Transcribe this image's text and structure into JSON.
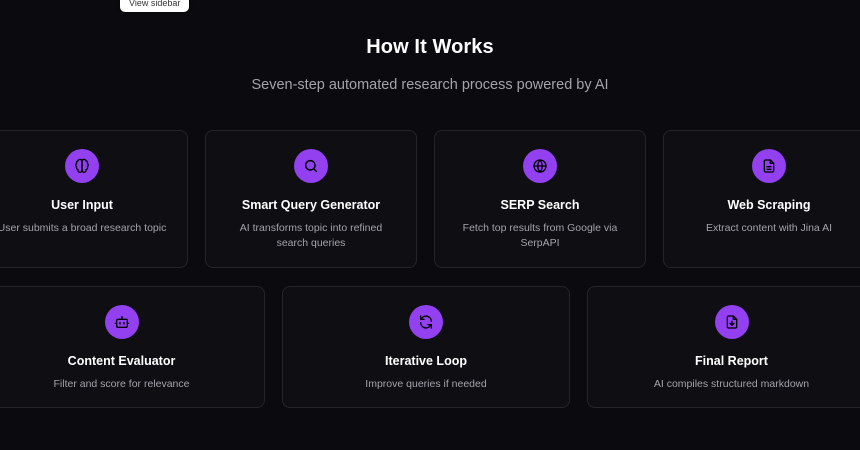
{
  "tooltip": {
    "label": "View sidebar"
  },
  "header": {
    "title": "How It Works",
    "subtitle": "Seven-step automated research process powered by AI"
  },
  "colors": {
    "background": "#0b0a0f",
    "card_border": "#25242b",
    "accent": "#9240f0",
    "muted_text": "#a3a3aa"
  },
  "steps": [
    {
      "title": "User Input",
      "description": "User submits a broad research topic",
      "icon": "brain-icon"
    },
    {
      "title": "Smart Query Generator",
      "description": "AI transforms topic into refined search queries",
      "icon": "search-icon"
    },
    {
      "title": "SERP Search",
      "description": "Fetch top results from Google via SerpAPI",
      "icon": "globe-icon"
    },
    {
      "title": "Web Scraping",
      "description": "Extract content with Jina AI",
      "icon": "file-text-icon"
    },
    {
      "title": "Content Evaluator",
      "description": "Filter and score for relevance",
      "icon": "bot-icon"
    },
    {
      "title": "Iterative Loop",
      "description": "Improve queries if needed",
      "icon": "refresh-icon"
    },
    {
      "title": "Final Report",
      "description": "AI compiles structured markdown",
      "icon": "file-download-icon"
    }
  ]
}
